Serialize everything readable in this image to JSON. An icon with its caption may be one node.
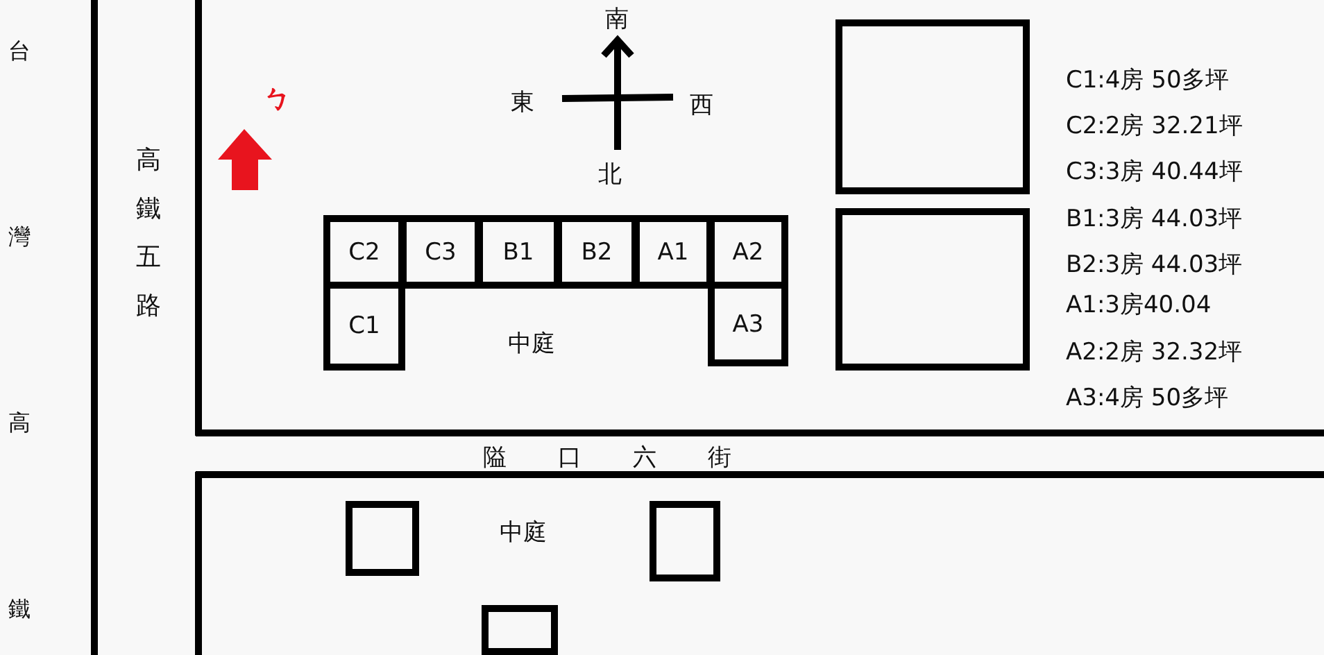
{
  "diagram": {
    "nodes": [
      {
        "text": [],
        "shape": "box"
      },
      {
        "text": [
          "C2"
        ]
      },
      {
        "text": [
          "C3"
        ]
      },
      {
        "text": [
          "B1"
        ]
      },
      {
        "text": [
          "B2"
        ]
      },
      {
        "text": [
          "A1"
        ]
      },
      {
        "text": [
          "A2"
        ]
      },
      {
        "text": [],
        "shape": "box"
      },
      {
        "text": [
          "C1"
        ]
      },
      {
        "text": [
          "A3"
        ]
      },
      {
        "text": [],
        "shape": "box"
      },
      {
        "text": [],
        "shape": "box"
      },
      {
        "text": [],
        "shape": "box"
      }
    ],
    "edges": [],
    "labels": [
      "台灣高鐵",
      "南",
      "ㄅ",
      "東",
      "西",
      "高鐵五路",
      "北",
      "中庭",
      "C1:4房 50多坪",
      "C2:2房 32.21坪",
      "C3:3房 40.44坪",
      "B1:3房 44.03坪",
      "B2:3房 44.03坪",
      "A1:3房40.04",
      "A2:2房 32.32坪",
      "A3:4房 50多坪",
      "隘口六街",
      "中庭"
    ]
  }
}
